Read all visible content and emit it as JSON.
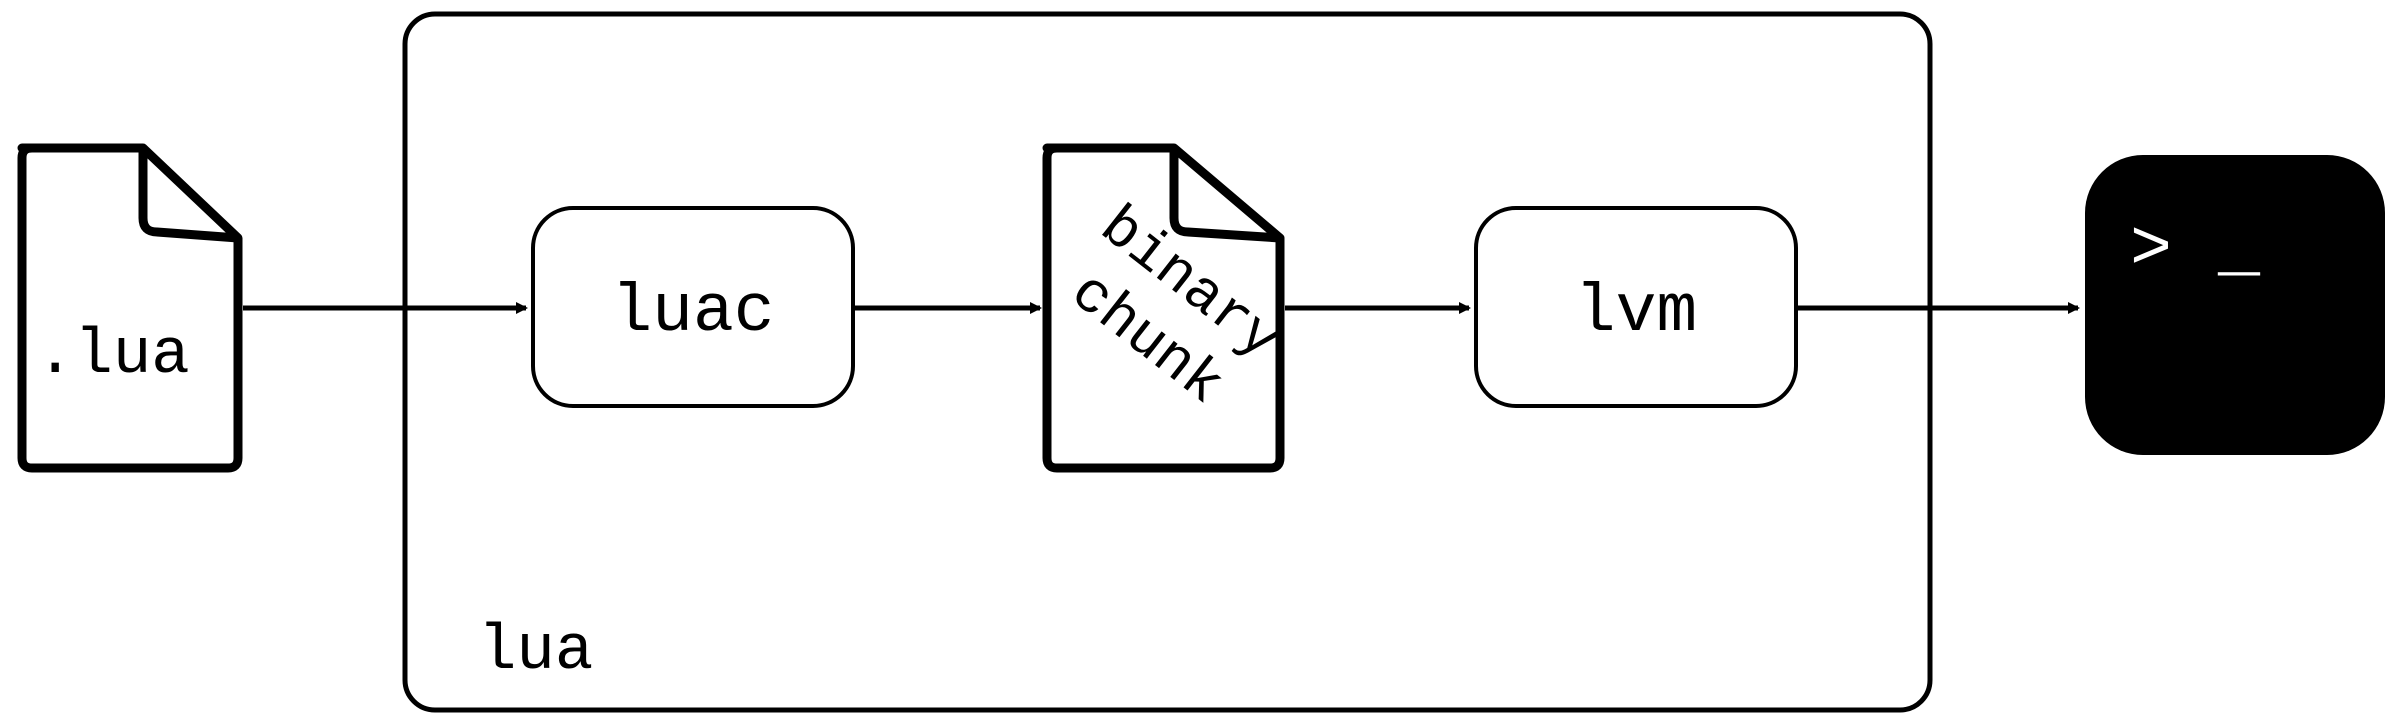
{
  "diagram": {
    "source_file_label": ".lua",
    "container_label": "lua",
    "compiler_label": "luac",
    "chunk_label_line1": "binary",
    "chunk_label_line2": "chunk",
    "vm_label": "lvm",
    "terminal_prompt": ">",
    "terminal_cursor": "_"
  },
  "colors": {
    "stroke": "#000000",
    "background": "#ffffff",
    "terminal_bg": "#000000",
    "terminal_fg": "#ffffff"
  },
  "icons": {
    "source_file": "file-icon",
    "binary_chunk": "file-icon",
    "terminal": "terminal-icon"
  }
}
